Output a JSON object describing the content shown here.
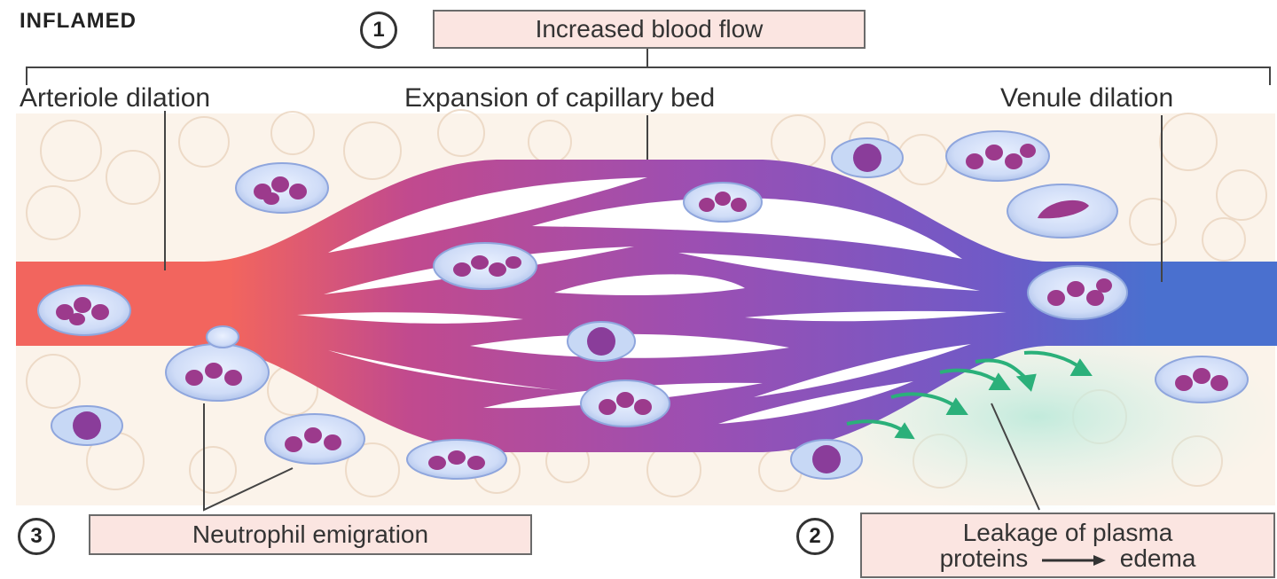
{
  "title": "INFLAMED",
  "steps": [
    {
      "number": "1",
      "label": "Increased blood flow"
    },
    {
      "number": "2",
      "label_line1": "Leakage of plasma",
      "label_line2": "proteins",
      "label_line2_suffix": "edema"
    },
    {
      "number": "3",
      "label": "Neutrophil emigration"
    }
  ],
  "labels": {
    "arteriole": "Arteriole dilation",
    "capillary": "Expansion of capillary bed",
    "venule": "Venule dilation"
  },
  "colors": {
    "arteriole": "#f2655e",
    "capillary": "#9b4fb3",
    "venule": "#4a70cf",
    "box_fill": "#fbe5e1",
    "edema": "#c8eee2",
    "arrow": "#2bb07a"
  }
}
